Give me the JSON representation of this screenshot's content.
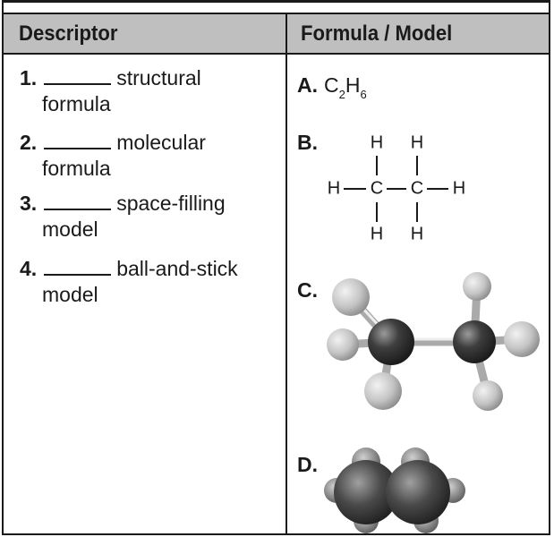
{
  "table": {
    "header": {
      "descriptor": "Descriptor",
      "formula": "Formula / Model"
    },
    "descriptors": [
      {
        "num": "1.",
        "line1": "structural",
        "line2": "formula"
      },
      {
        "num": "2.",
        "line1": "molecular",
        "line2": "formula"
      },
      {
        "num": "3.",
        "line1": "space-filling",
        "line2": "model"
      },
      {
        "num": "4.",
        "line1": "ball-and-stick",
        "line2": "model"
      }
    ],
    "options": {
      "a": {
        "letter": "A.",
        "c": "C",
        "c_sub": "2",
        "h": "H",
        "h_sub": "6"
      },
      "b": {
        "letter": "B.",
        "atoms": {
          "h": "H",
          "c": "C"
        }
      },
      "c": {
        "letter": "C."
      },
      "d": {
        "letter": "D."
      }
    }
  },
  "colors": {
    "header_bg": "#bfbfbf",
    "border": "#1a1a1a",
    "carbon": "#3a3a3a",
    "hydrogen": "#c8c8c8"
  }
}
